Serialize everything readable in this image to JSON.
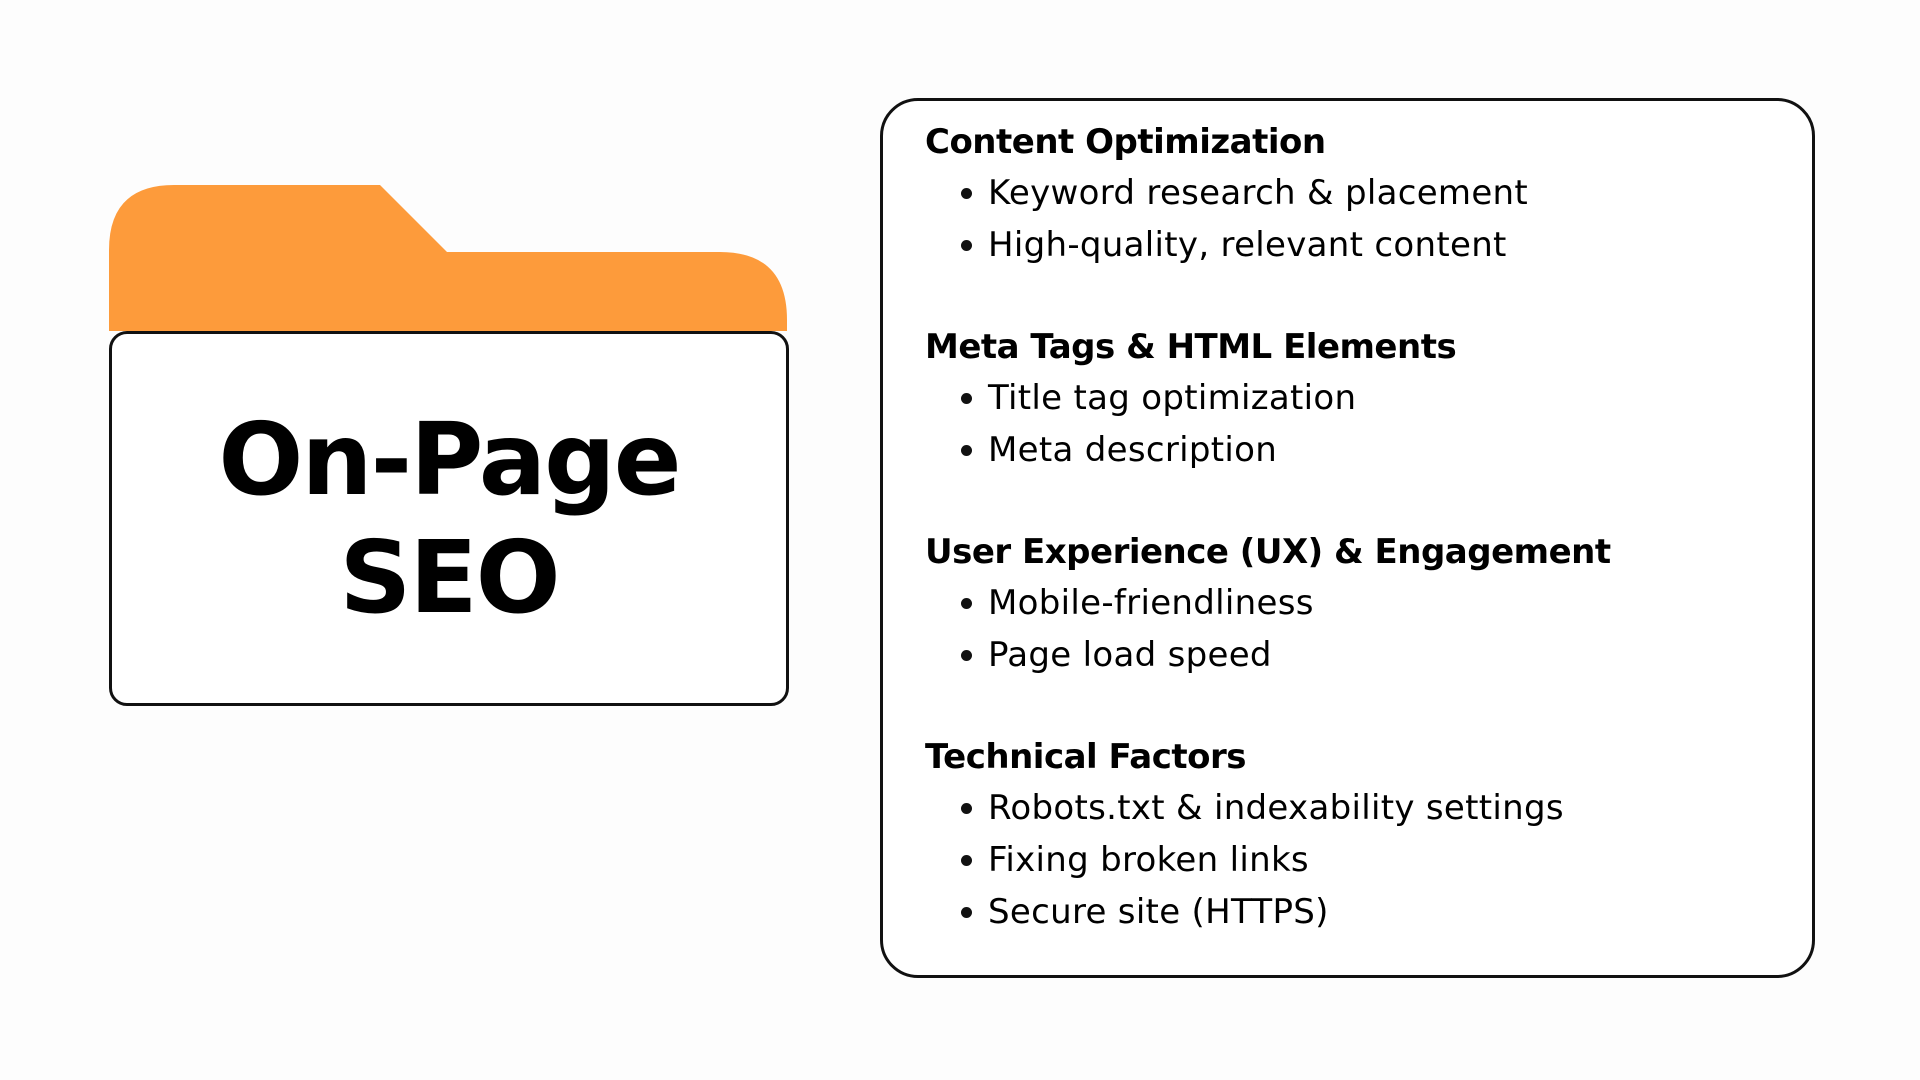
{
  "colors": {
    "folder_tab": "#fd9b3b",
    "border": "#111111"
  },
  "folder": {
    "title_line1": "On-Page",
    "title_line2": "SEO"
  },
  "sections": [
    {
      "heading": "Content Optimization",
      "items": [
        "Keyword research & placement",
        "High-quality, relevant content"
      ]
    },
    {
      "heading": "Meta Tags & HTML Elements",
      "items": [
        "Title tag optimization",
        "Meta description"
      ]
    },
    {
      "heading": "User Experience (UX) & Engagement",
      "items": [
        "Mobile-friendliness",
        "Page load speed"
      ]
    },
    {
      "heading": "Technical Factors",
      "items": [
        "Robots.txt & indexability settings",
        "Fixing broken links",
        "Secure site (HTTPS)"
      ]
    }
  ]
}
